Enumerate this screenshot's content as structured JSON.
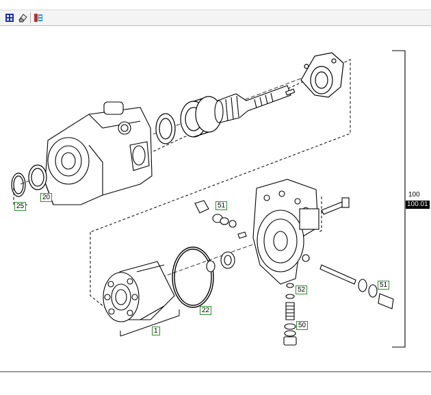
{
  "toolbar": {
    "buttons": [
      {
        "name": "select-mode-button",
        "icon": "grid-select-icon"
      },
      {
        "name": "eraser-button",
        "icon": "eraser-icon"
      },
      {
        "name": "settings-button",
        "icon": "exploded-view-icon"
      }
    ]
  },
  "diagram": {
    "callouts": {
      "c25": "25",
      "c20": "20",
      "c51a": "51",
      "c22": "22",
      "c1": "1",
      "c52": "52",
      "c50": "50",
      "c51b": "51",
      "group_number": "100",
      "group_sub": "100.01"
    }
  },
  "colors": {
    "callout_border": "#2c8a2c",
    "line": "#000000"
  }
}
